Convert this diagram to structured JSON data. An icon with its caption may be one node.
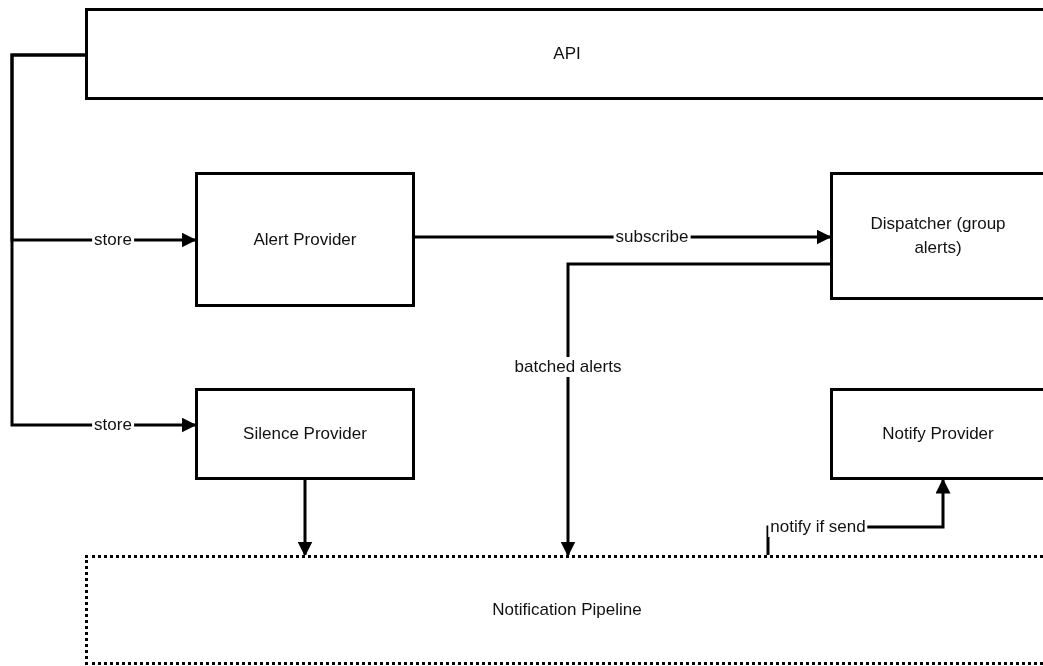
{
  "diagram": {
    "nodes": [
      {
        "text": [
          "API"
        ]
      },
      {
        "text": [
          "Alert Provider"
        ]
      },
      {
        "text": [
          "Dispatcher (group alerts)"
        ]
      },
      {
        "text": [
          "Silence Provider"
        ]
      },
      {
        "text": [
          "Notify Provider"
        ]
      },
      {
        "text": [
          "Notification Pipeline"
        ]
      }
    ],
    "edges": [
      {
        "from": 0,
        "to": 1,
        "arrow": "to",
        "label": "store"
      },
      {
        "from": 0,
        "to": 3,
        "arrow": "to",
        "label": "store"
      },
      {
        "from": 1,
        "to": 2,
        "arrow": "to",
        "label": "subscribe"
      },
      {
        "from": 2,
        "to": 5,
        "arrow": "to",
        "label": "batched alerts"
      },
      {
        "from": 3,
        "to": 5,
        "arrow": "to"
      },
      {
        "from": 5,
        "to": 4,
        "arrow": "to",
        "label": "notify if send"
      }
    ]
  }
}
